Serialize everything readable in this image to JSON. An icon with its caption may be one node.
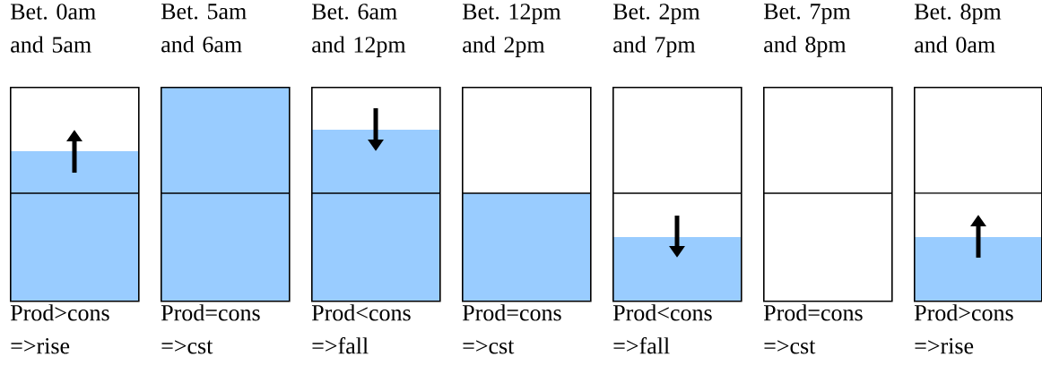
{
  "diagram": {
    "nodes": [
      {
        "text": [
          "Bet. 0am and 5am",
          "Prod>cons =>rise"
        ]
      },
      {
        "text": [
          "Bet. 5am and 6am",
          "Prod=cons =>cst"
        ]
      },
      {
        "text": [
          "Bet. 6am and 12pm",
          "Prod<cons =>fall"
        ]
      },
      {
        "text": [
          "Bet. 12pm and 2pm",
          "Prod=cons =>cst"
        ]
      },
      {
        "text": [
          "Bet. 2pm and 7pm",
          "Prod<cons =>fall"
        ]
      },
      {
        "text": [
          "Bet. 7pm and 8pm",
          "Prod=cons =>cst"
        ]
      },
      {
        "text": [
          "Bet. 8pm and 0am",
          "Prod>cons =>rise"
        ]
      }
    ]
  }
}
